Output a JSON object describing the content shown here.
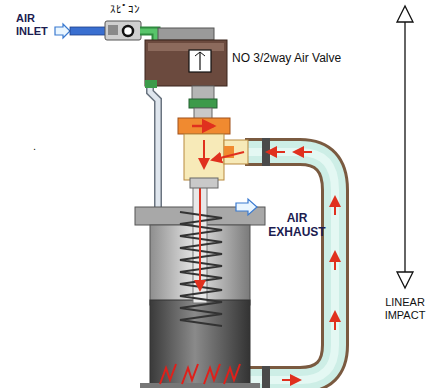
{
  "diagram": {
    "labels": [
      "AIR INLET",
      "ｽﾋﾟｺﾝ",
      "NO 3/2way Air Valve",
      "AIR EXHAUST",
      "LINEAR IMPACT",
      "."
    ]
  }
}
